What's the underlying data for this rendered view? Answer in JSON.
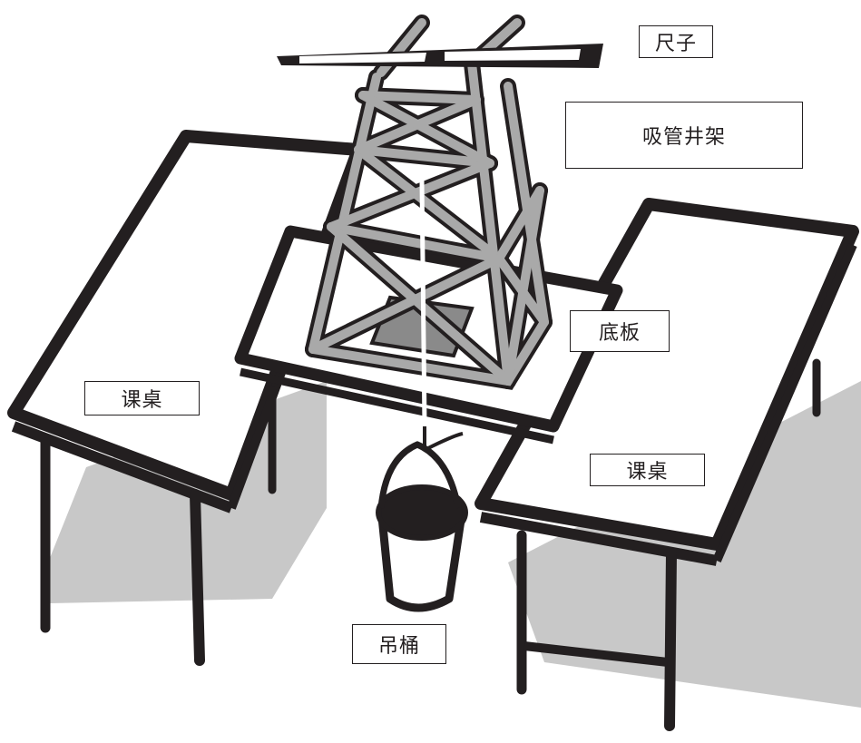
{
  "diagram": {
    "labels": {
      "ruler": "尺子",
      "straw_tower": "吸管井架",
      "base_board": "底板",
      "desk_left": "课桌",
      "desk_right": "课桌",
      "hanging_bucket": "吊桶"
    },
    "colors": {
      "ink": "#231f20",
      "shadow": "#c8c8c8",
      "straw": "#a9a9a9",
      "paper": "#ffffff"
    }
  }
}
